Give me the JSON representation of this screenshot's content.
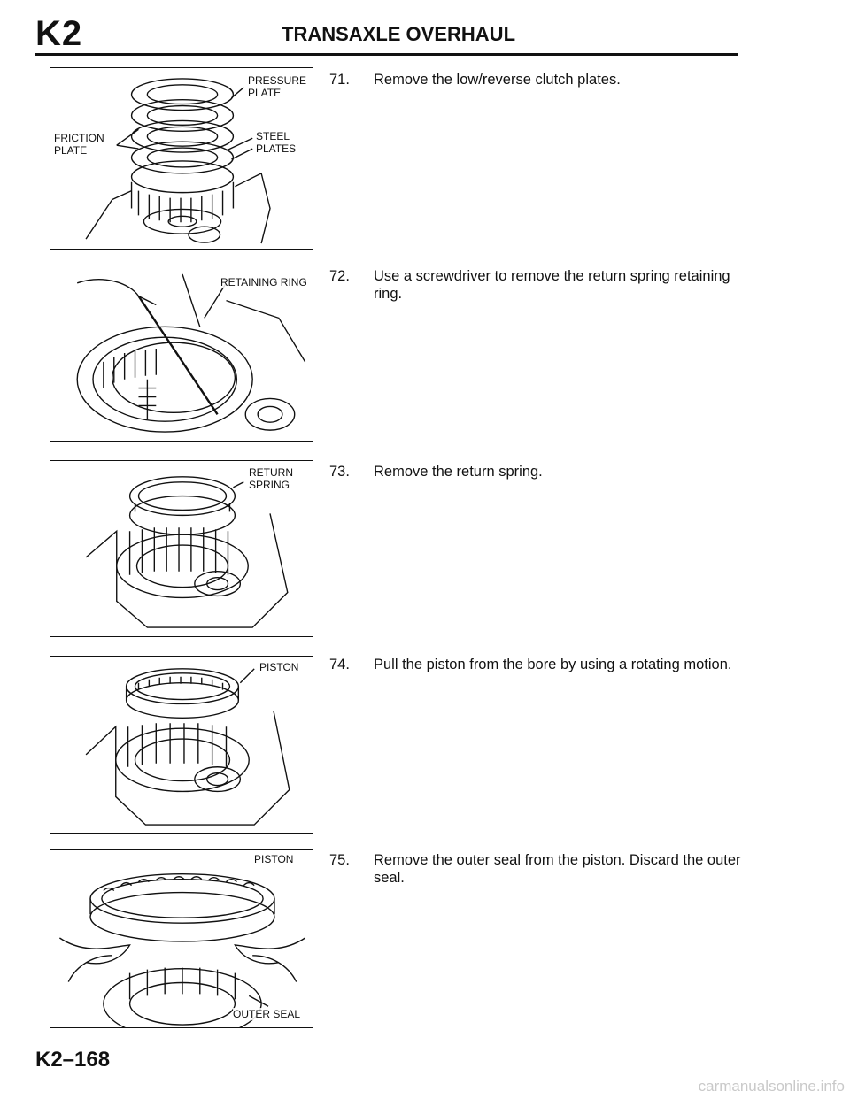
{
  "header": {
    "section_code": "K2",
    "title": "TRANSAXLE OVERHAUL"
  },
  "figures": [
    {
      "labels": {
        "pressure": "PRESSURE\nPLATE",
        "friction": "FRICTION\nPLATE",
        "steel": "STEEL\nPLATES"
      }
    },
    {
      "labels": {
        "retaining": "RETAINING RING"
      }
    },
    {
      "labels": {
        "return": "RETURN\nSPRING"
      }
    },
    {
      "labels": {
        "piston": "PISTON"
      }
    },
    {
      "labels": {
        "piston": "PISTON",
        "seal": "OUTER SEAL"
      }
    }
  ],
  "steps": [
    {
      "num": "71.",
      "text": "Remove the low/reverse clutch plates."
    },
    {
      "num": "72.",
      "text": "Use a screwdriver to remove the return spring retaining ring."
    },
    {
      "num": "73.",
      "text": "Remove the return spring."
    },
    {
      "num": "74.",
      "text": "Pull the piston from the bore by using a rotating motion."
    },
    {
      "num": "75.",
      "text": "Remove the outer seal from the piston. Discard the outer seal."
    }
  ],
  "footer": {
    "page_number": "K2–168",
    "watermark": "carmanualsonline.info"
  }
}
